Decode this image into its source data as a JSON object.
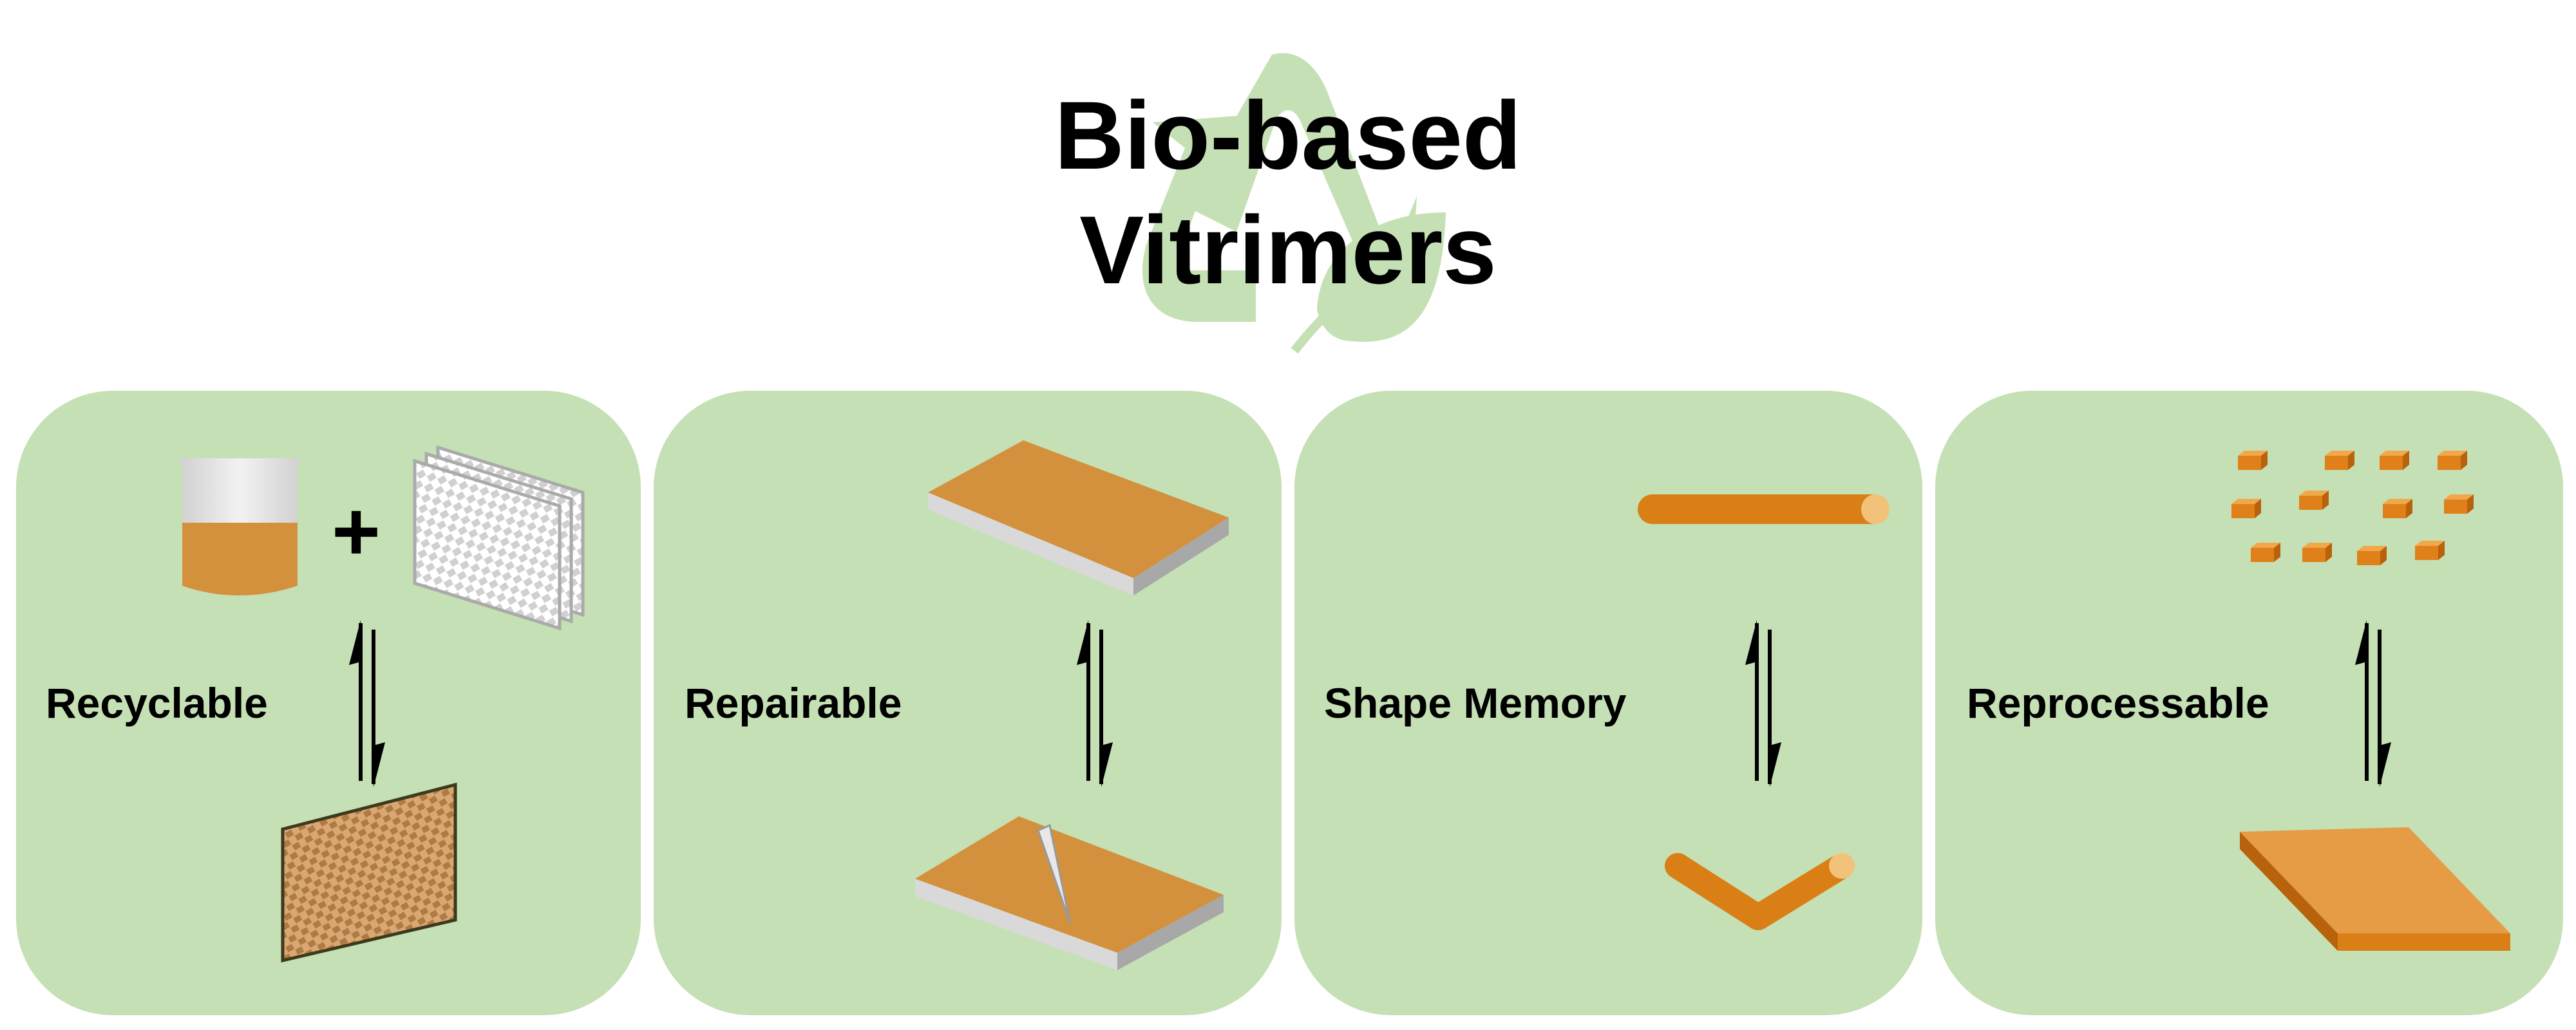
{
  "title": {
    "line1": "Bio-based",
    "line2": "Vitrimers"
  },
  "colors": {
    "panel": "#c5e0b4",
    "logo": "#c5e0b4",
    "resin": "#d4913d",
    "rod": "#d97f16",
    "rod_end": "#f2c27b",
    "slab_side": "#c8c8c8"
  },
  "icons": [
    "recycle-leaf-logo",
    "beaker-icon",
    "fiber-fabric-icon",
    "composite-panel-icon",
    "slab-icon",
    "cracked-slab-icon",
    "straight-rod-icon",
    "bent-rod-icon",
    "pellets-icon",
    "reprocessed-slab-icon",
    "equilibrium-arrow-icon"
  ],
  "panels": [
    {
      "label": "Recyclable",
      "operator": "+"
    },
    {
      "label": "Repairable"
    },
    {
      "label": "Shape Memory"
    },
    {
      "label": "Reprocessable"
    }
  ]
}
